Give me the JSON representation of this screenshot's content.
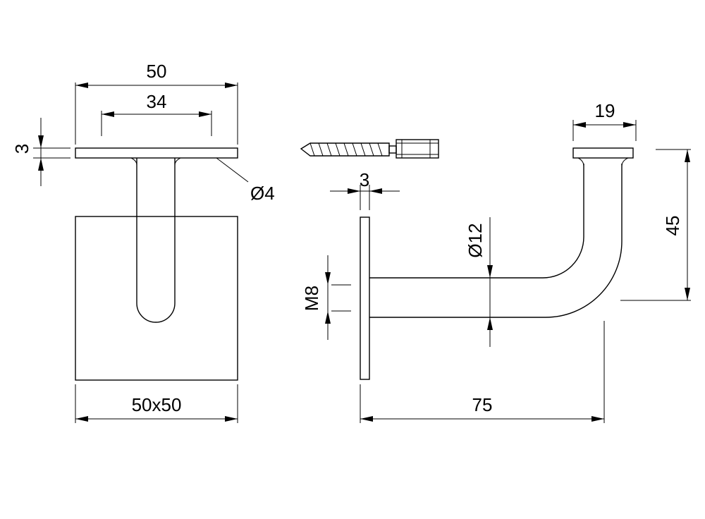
{
  "dimensions": {
    "front_flange_width": "50",
    "front_hole_spacing": "34",
    "front_flange_thickness": "3",
    "front_hole_diameter": "Ø4",
    "front_base_size": "50x50",
    "side_plate_thickness": "3",
    "side_tube_diameter": "Ø12",
    "side_thread": "M8",
    "side_saddle_width": "19",
    "side_height": "45",
    "side_projection": "75"
  }
}
